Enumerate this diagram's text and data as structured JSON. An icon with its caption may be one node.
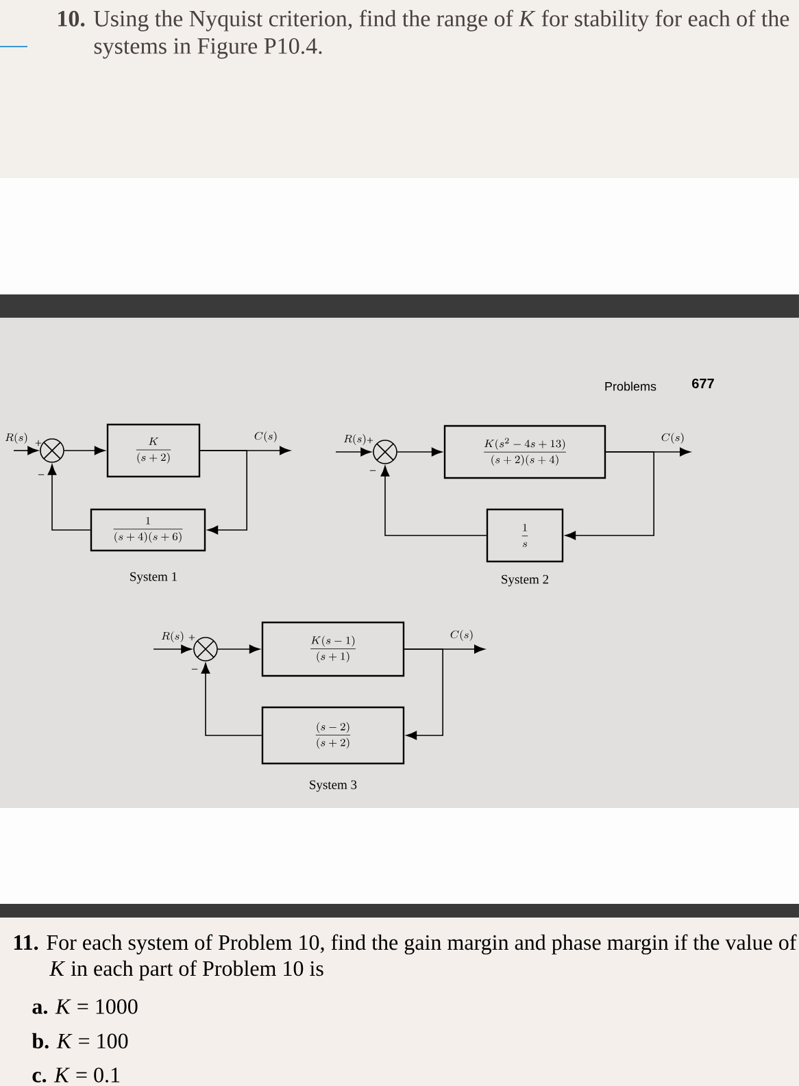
{
  "diagram": {
    "nodes": [
      {
        "text": [],
        "shape": "circle"
      },
      {
        "text": [
          "\\frac{K}{(s+2)}"
        ]
      },
      {
        "text": [],
        "shape": "circle"
      },
      {
        "text": [
          "\\frac{K(s^2-4s+13)}{(s+2)(s+4)}"
        ]
      },
      {
        "text": [
          "\\frac{1}{(s+4)(s+6)}"
        ]
      },
      {
        "text": [
          "\\frac{1}{s}"
        ]
      },
      {
        "text": [],
        "shape": "circle"
      },
      {
        "text": [
          "\\frac{K(s-1)}{(s+1)}"
        ]
      },
      {
        "text": [
          "\\frac{(s-2)}{(s+2)}"
        ]
      }
    ],
    "edges": [
      {
        "from": null,
        "to": 0,
        "arrow": "to",
        "label": "R(s)"
      },
      {
        "from": 0,
        "to": 1,
        "arrow": "to"
      },
      {
        "from": 1,
        "to": null,
        "arrow": "to",
        "label": "C(s)"
      },
      {
        "from": 1,
        "to": 4,
        "arrow": "to"
      },
      {
        "from": 4,
        "to": 0,
        "arrow": "to"
      },
      {
        "from": null,
        "to": 2,
        "arrow": "to",
        "label": "R(s)"
      },
      {
        "from": 2,
        "to": 3,
        "arrow": "to"
      },
      {
        "from": 3,
        "to": null,
        "arrow": "to",
        "label": "C(s)"
      },
      {
        "from": 3,
        "to": 5,
        "arrow": "to"
      },
      {
        "from": 5,
        "to": 2,
        "arrow": "to"
      },
      {
        "from": null,
        "to": 6,
        "arrow": "to",
        "label": "R(s)"
      },
      {
        "from": 6,
        "to": 7,
        "arrow": "to"
      },
      {
        "from": 7,
        "to": null,
        "arrow": "to",
        "label": "C(s)"
      },
      {
        "from": 7,
        "to": 8,
        "arrow": "to"
      },
      {
        "from": 8,
        "to": 6,
        "arrow": "to"
      }
    ],
    "labels": [
      "**10.** Using the Nyquist criterion, find the range of *K* for stability for each of the systems in Figure P10.4.",
      "Problems",
      "677",
      "+",
      "−",
      "+",
      "−",
      "System 1",
      "System 2",
      "+",
      "−",
      "System 3",
      "**11.** For each system of Problem 10, find the gain margin and phase margin if the value of *K* in each part of Problem 10 is",
      "**a.** *K* = 1000",
      "**b.** *K* = 100",
      "**c.** *K* = 0.1"
    ]
  }
}
